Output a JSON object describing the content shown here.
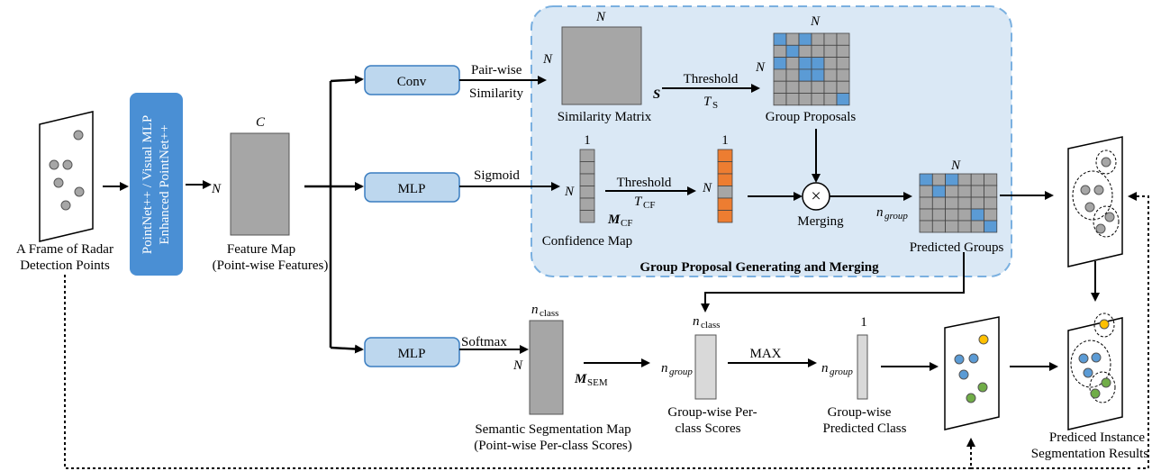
{
  "input": {
    "label_line1": "A Frame of Radar",
    "label_line2": "Detection Points"
  },
  "backbone": {
    "line1": "PointNet++ / Visual MLP",
    "line2": "Enhanced PointNet++"
  },
  "feature_map": {
    "dim_top": "C",
    "dim_left": "N",
    "label_line1": "Feature Map",
    "label_line2": "(Point-wise Features)"
  },
  "conv_box": "Conv",
  "mlp_box_1": "MLP",
  "mlp_box_2": "MLP",
  "pairwise": {
    "line1": "Pair-wise",
    "line2": "Similarity"
  },
  "similarity_matrix": {
    "dim_top": "N",
    "dim_left": "N",
    "symbol": "S",
    "label": "Similarity Matrix"
  },
  "threshold_s": {
    "label": "Threshold",
    "symbol": "T",
    "subscript": "S"
  },
  "group_proposals": {
    "dim_top": "N",
    "dim_left": "N",
    "label": "Group Proposals"
  },
  "sigmoid": "Sigmoid",
  "confidence_map": {
    "dim_top": "1",
    "dim_left": "N",
    "symbol": "M",
    "subscript": "CF",
    "label": "Confidence Map"
  },
  "threshold_cf": {
    "label": "Threshold",
    "symbol": "T",
    "subscript": "CF"
  },
  "filtered_conf": {
    "dim_top": "1",
    "dim_left": "N"
  },
  "merging": {
    "symbol": "×",
    "label": "Merging"
  },
  "predicted_groups": {
    "dim_top": "N",
    "dim_left_main": "n",
    "dim_left_sub": "group",
    "label": "Predicted Groups"
  },
  "group_module_title": "Group Proposal Generating and Merging",
  "softmax": "Softmax",
  "semantic_map": {
    "dim_top_main": "n",
    "dim_top_sub": "class",
    "dim_left": "N",
    "symbol": "M",
    "subscript": "SEM",
    "label_line1": "Semantic Segmentation Map",
    "label_line2": "(Point-wise Per-class Scores)"
  },
  "groupwise_scores": {
    "dim_top_main": "n",
    "dim_top_sub": "class",
    "dim_left_main": "n",
    "dim_left_sub": "group",
    "label_line1": "Group-wise Per-",
    "label_line2": "class Scores"
  },
  "max_op": "MAX",
  "groupwise_class": {
    "dim_top": "1",
    "dim_left_main": "n",
    "dim_left_sub": "group",
    "label_line1": "Group-wise",
    "label_line2": "Predicted Class"
  },
  "result": {
    "label_line1": "Prediced Instance",
    "label_line2": "Segmentation Results"
  },
  "colors": {
    "blue": "#5b9bd5",
    "orange": "#ed7d31",
    "gray": "#a6a6a6",
    "green": "#70ad47",
    "yellow": "#ffc000",
    "box_blue": "#bdd7ee",
    "panel_bg": "#dae8f5",
    "panel_border": "#7ab0e0",
    "backbone": "#4a8fd4"
  }
}
